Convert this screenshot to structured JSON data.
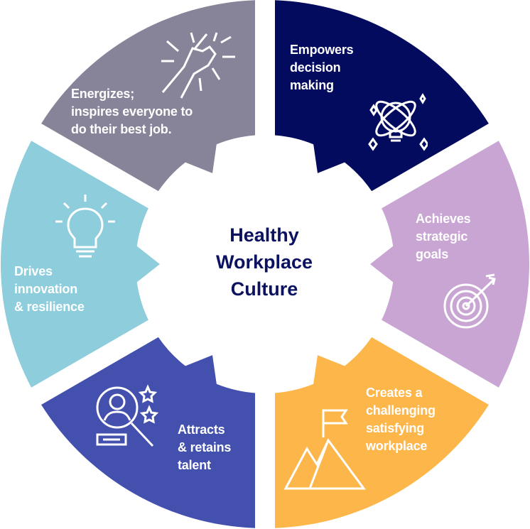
{
  "center_title": [
    "Healthy",
    "Workplace",
    "Culture"
  ],
  "colors": {
    "title": "#0b1260"
  },
  "segments": [
    {
      "id": "empowers",
      "lines": [
        "Empowers",
        "decision",
        "making"
      ],
      "color": "#020b5e",
      "icon": "lightbulb-atom-icon"
    },
    {
      "id": "achieves",
      "lines": [
        "Achieves",
        "strategic",
        "goals"
      ],
      "color": "#c9a5d4",
      "icon": "target-arrow-icon"
    },
    {
      "id": "creates",
      "lines": [
        "Creates a",
        "challenging",
        "satisfying",
        "workplace"
      ],
      "color": "#fdb64a",
      "icon": "mountain-flag-icon"
    },
    {
      "id": "attracts",
      "lines": [
        "Attracts",
        "& retains",
        "talent"
      ],
      "color": "#4350ae",
      "icon": "talent-search-icon"
    },
    {
      "id": "drives",
      "lines": [
        "Drives",
        "innovation",
        "& resilience"
      ],
      "color": "#8ecddb",
      "icon": "lightbulb-icon"
    },
    {
      "id": "energizes",
      "lines": [
        "Energizes;",
        "inspires everyone to",
        "do their best job."
      ],
      "color": "#878399",
      "icon": "high-five-icon"
    }
  ]
}
